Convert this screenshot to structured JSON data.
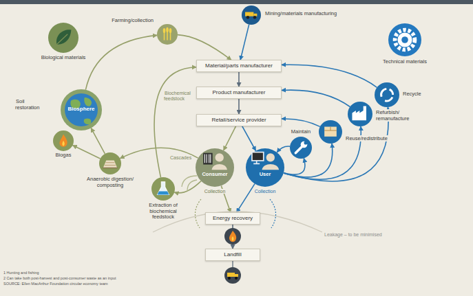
{
  "diagram": {
    "nodes": [
      {
        "text": [
          "Biological materials"
        ]
      },
      {
        "text": [
          "Farming/collection"
        ]
      },
      {
        "text": [
          "Mining/materials manufacturing"
        ]
      },
      {
        "text": [
          "Technical materials"
        ]
      },
      {
        "text": [
          "Material/parts manufacturer"
        ]
      },
      {
        "text": [
          "Product manufacturer"
        ]
      },
      {
        "text": [
          "Retail/service provider"
        ]
      },
      {
        "text": [
          "Biosphere"
        ]
      },
      {
        "text": [
          "Biogas"
        ]
      },
      {
        "text": [
          "Anaerobic digestion/ composting"
        ]
      },
      {
        "text": [
          "Extraction of biochemical feedstock"
        ]
      },
      {
        "text": [
          "Consumer",
          "Collection"
        ]
      },
      {
        "text": [
          "User",
          "Collection"
        ]
      },
      {
        "text": [
          "Recycle"
        ]
      },
      {
        "text": [
          "Refurbish/ remanufacture"
        ]
      },
      {
        "text": [
          "Reuse/redistribute"
        ]
      },
      {
        "text": [
          "Maintain"
        ]
      },
      {
        "text": [
          "Energy recovery"
        ]
      },
      {
        "text": [
          "Landfill"
        ]
      }
    ],
    "edges": [
      {
        "from": 1,
        "to": 4,
        "arrow": "to"
      },
      {
        "from": 2,
        "to": 4,
        "arrow": "to"
      },
      {
        "from": 4,
        "to": 5,
        "arrow": "to"
      },
      {
        "from": 5,
        "to": 6,
        "arrow": "to"
      },
      {
        "from": 6,
        "to": 11,
        "arrow": "to"
      },
      {
        "from": 6,
        "to": 12,
        "arrow": "to"
      },
      {
        "from": 11,
        "to": 17,
        "arrow": "to"
      },
      {
        "from": 12,
        "to": 17,
        "arrow": "to"
      },
      {
        "from": 17,
        "to": 18,
        "arrow": "to"
      },
      {
        "from": 11,
        "to": 10,
        "arrow": "to"
      },
      {
        "from": 11,
        "to": 9,
        "arrow": "to"
      },
      {
        "from": 10,
        "to": 4,
        "arrow": "to"
      },
      {
        "from": 9,
        "to": 8,
        "arrow": "to"
      },
      {
        "from": 9,
        "to": 7,
        "arrow": "to"
      },
      {
        "from": 7,
        "to": 1,
        "arrow": "to"
      },
      {
        "from": 12,
        "to": 16,
        "arrow": "to"
      },
      {
        "from": 16,
        "to": 12,
        "arrow": "to"
      },
      {
        "from": 12,
        "to": 15,
        "arrow": "to"
      },
      {
        "from": 15,
        "to": 6,
        "arrow": "to"
      },
      {
        "from": 12,
        "to": 14,
        "arrow": "to"
      },
      {
        "from": 14,
        "to": 5,
        "arrow": "to"
      },
      {
        "from": 12,
        "to": 13,
        "arrow": "to"
      },
      {
        "from": 13,
        "to": 4,
        "arrow": "to"
      }
    ],
    "labels": [
      "Biochemical feedstock",
      "Cascades",
      "Soil restoration",
      "Leakage – to be minimised",
      "1 Hunting and fishing",
      "2 Can take both post-harvest and post-consumer waste as an input",
      "SOURCE: Ellen MacArthur Foundation circular economy team"
    ]
  }
}
